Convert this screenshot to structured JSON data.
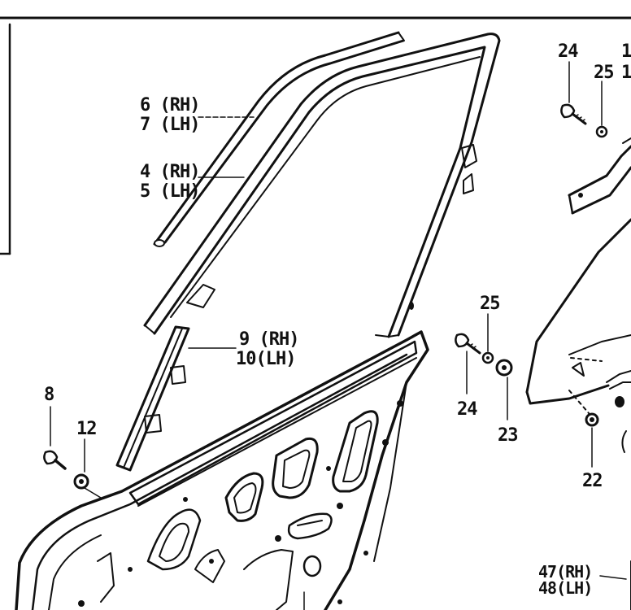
{
  "diagram": {
    "callouts": [
      {
        "id": "c-6-7",
        "lines": [
          "6 (RH)",
          "7 (LH)"
        ]
      },
      {
        "id": "c-4-5",
        "lines": [
          "4 (RH)",
          "5 (LH)"
        ]
      },
      {
        "id": "c-9-10",
        "lines": [
          "9 (RH)",
          "10(LH)"
        ]
      },
      {
        "id": "c-8",
        "lines": [
          "8"
        ]
      },
      {
        "id": "c-12",
        "lines": [
          "12"
        ]
      },
      {
        "id": "c-24-top",
        "lines": [
          "24"
        ]
      },
      {
        "id": "c-25-top",
        "lines": [
          "25"
        ]
      },
      {
        "id": "c-1-a",
        "lines": [
          "1"
        ]
      },
      {
        "id": "c-1-b",
        "lines": [
          "1"
        ]
      },
      {
        "id": "c-25-mid",
        "lines": [
          "25"
        ]
      },
      {
        "id": "c-24-mid",
        "lines": [
          "24"
        ]
      },
      {
        "id": "c-23",
        "lines": [
          "23"
        ]
      },
      {
        "id": "c-22",
        "lines": [
          "22"
        ]
      },
      {
        "id": "c-47-48",
        "lines": [
          "47(RH)",
          "48(LH)"
        ]
      }
    ]
  }
}
